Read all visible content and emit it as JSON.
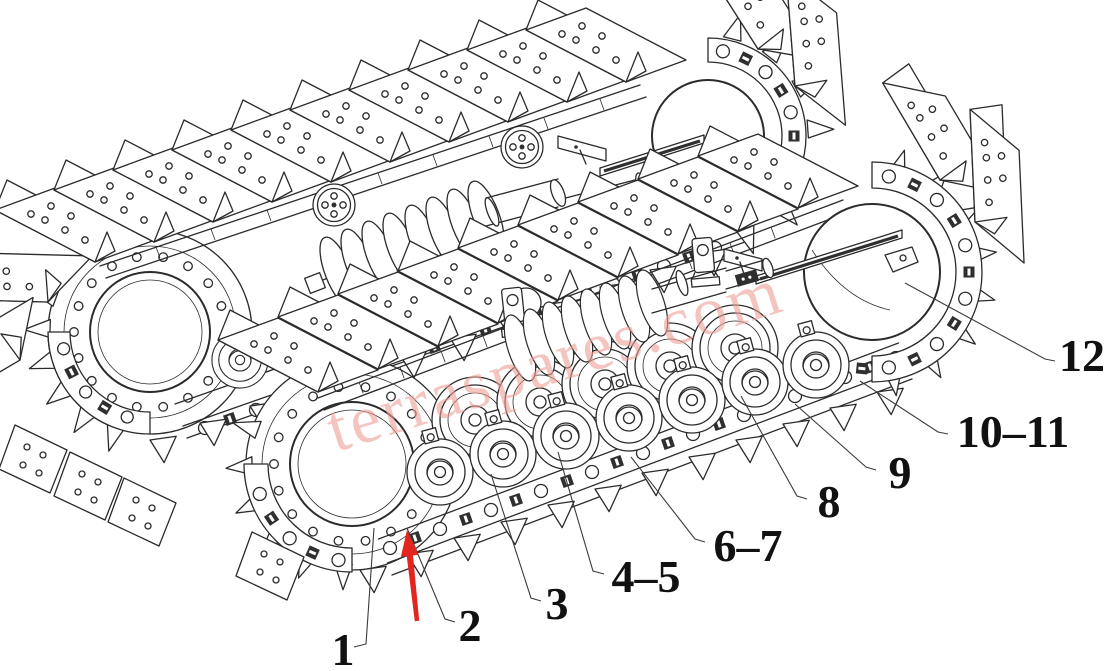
{
  "watermark": {
    "text": "terraspares.com",
    "color": "#ee9d96"
  },
  "pointer_arrow": {
    "color": "#e2261f"
  },
  "ink_color": "#2b2b2b",
  "callouts": [
    {
      "label": "1"
    },
    {
      "label": "2"
    },
    {
      "label": "3"
    },
    {
      "label": "4–5"
    },
    {
      "label": "6–7"
    },
    {
      "label": "8"
    },
    {
      "label": "9"
    },
    {
      "label": "10–11"
    },
    {
      "label": "12"
    }
  ]
}
